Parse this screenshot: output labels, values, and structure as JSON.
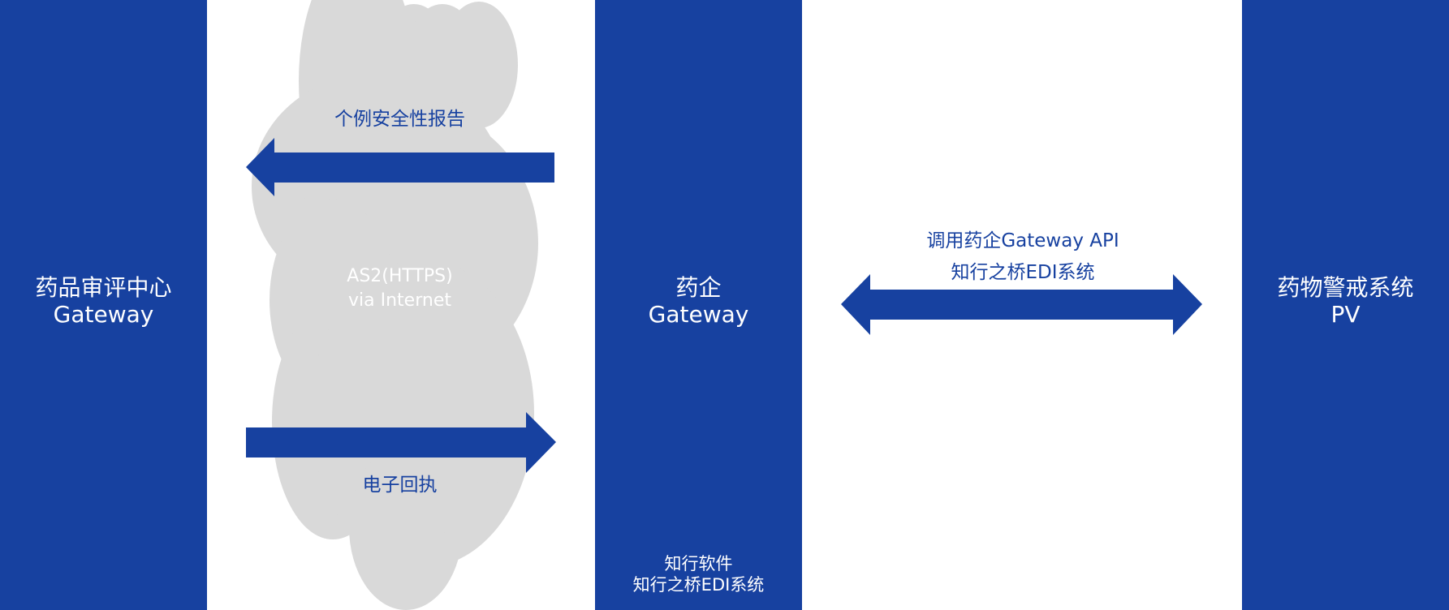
{
  "colors": {
    "primary_blue": "#1741a0",
    "cloud_gray": "#d9d9d9",
    "background": "#ffffff",
    "white_text": "#ffffff"
  },
  "blocks": {
    "left": {
      "line1": "药品审评中心",
      "line2": "Gateway"
    },
    "middle": {
      "line1": "药企",
      "line2": "Gateway",
      "footer1": "知行软件",
      "footer2": "知行之桥EDI系统"
    },
    "right": {
      "line1": "药物警戒系统",
      "line2": "PV"
    }
  },
  "cloud": {
    "line1": "AS2(HTTPS)",
    "line2": "via Internet"
  },
  "arrows": {
    "left_arrow_label": "个例安全性报告",
    "right_arrow_label": "电子回执",
    "double_arrow_label1": "调用药企Gateway API",
    "double_arrow_label2": "知行之桥EDI系统"
  }
}
